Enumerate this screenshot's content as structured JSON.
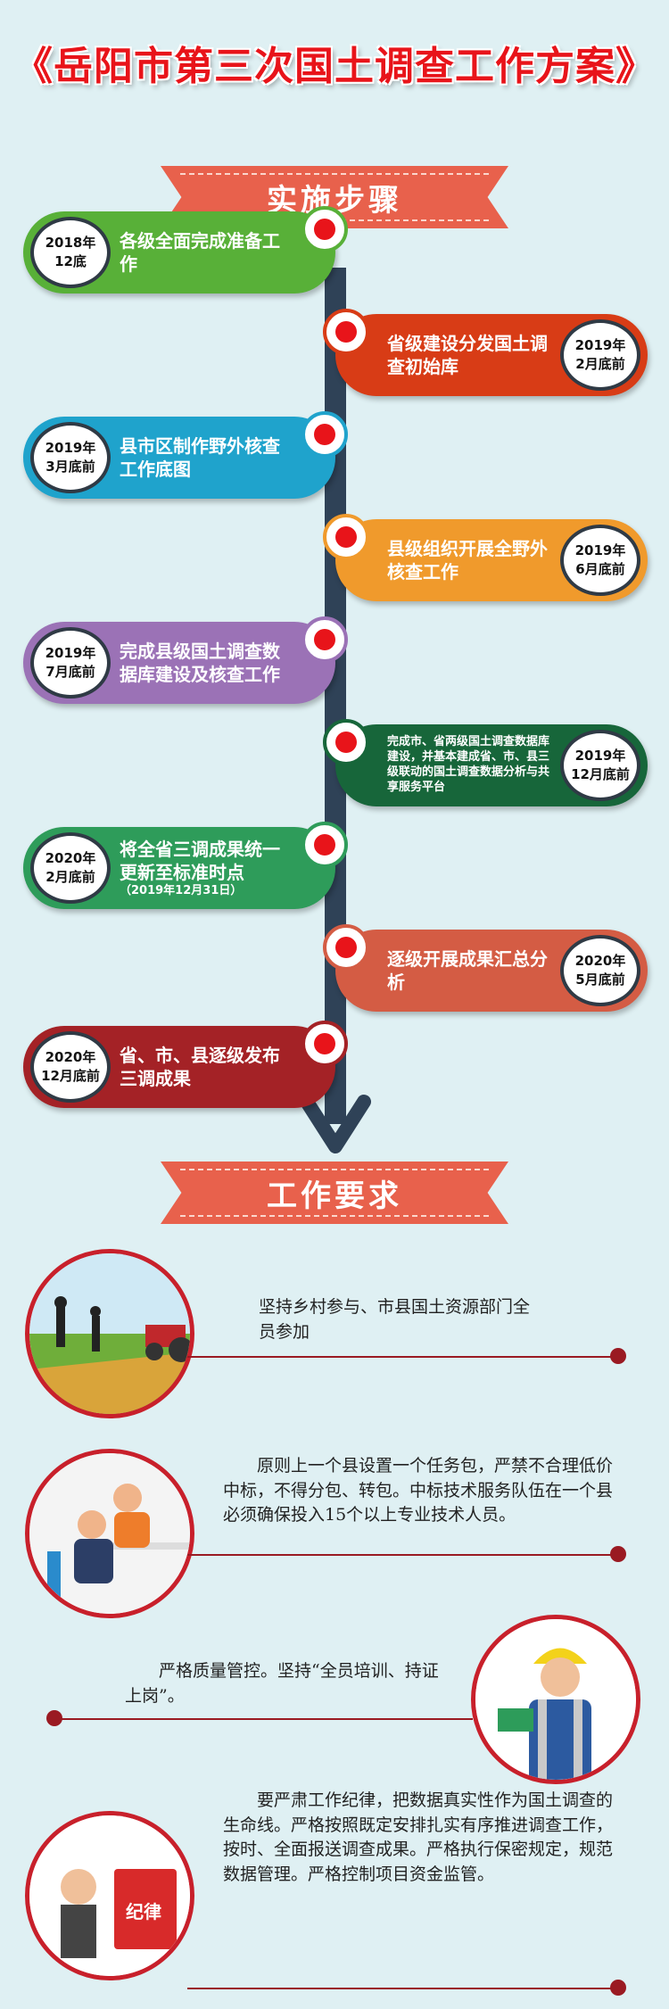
{
  "title": "《岳阳市第三次国土调查工作方案》",
  "section1": {
    "title": "实施步骤"
  },
  "steps": [
    {
      "date1": "2018年",
      "date2": "12底",
      "text": "各级全面完成准备工作",
      "color": "#58b038"
    },
    {
      "date1": "2019年",
      "date2": "2月底前",
      "text": "省级建设分发国土调查初始库",
      "color": "#d83c16"
    },
    {
      "date1": "2019年",
      "date2": "3月底前",
      "text": "县市区制作野外核查工作底图",
      "color": "#1fa3cc"
    },
    {
      "date1": "2019年",
      "date2": "6月底前",
      "text": "县级组织开展全野外核查工作",
      "color": "#f09a2c"
    },
    {
      "date1": "2019年",
      "date2": "7月底前",
      "text": "完成县级国土调查数据库建设及核查工作",
      "color": "#9b72b6"
    },
    {
      "date1": "2019年",
      "date2": "12月底前",
      "text": "完成市、省两级国土调查数据库建设，并基本建成省、市、县三级联动的国土调查数据分析与共享服务平台",
      "color": "#17663a"
    },
    {
      "date1": "2020年",
      "date2": "2月底前",
      "text": "将全省三调成果统一更新至标准时点",
      "sub": "（2019年12月31日）",
      "color": "#2e9c5a"
    },
    {
      "date1": "2020年",
      "date2": "5月底前",
      "text": "逐级开展成果汇总分析",
      "color": "#d45c44"
    },
    {
      "date1": "2020年",
      "date2": "12月底前",
      "text": "省、市、县逐级发布三调成果",
      "color": "#a42226"
    }
  ],
  "section2": {
    "title": "工作要求"
  },
  "requirements": [
    {
      "text": "坚持乡村参与、市县国土资源部门全员参加"
    },
    {
      "text": "原则上一个县设置一个任务包，严禁不合理低价中标，不得分包、转包。中标技术服务队伍在一个县必须确保投入15个以上专业技术人员。"
    },
    {
      "text": "严格质量管控。坚持“全员培训、持证上岗”。"
    },
    {
      "text": "要严肃工作纪律，把数据真实性作为国土调查的生命线。严格按照既定安排扎实有序推进调查工作，按时、全面报送调查成果。严格执行保密规定，规范数据管理。严格控制项目资金监管。",
      "book_label": "纪律"
    }
  ]
}
